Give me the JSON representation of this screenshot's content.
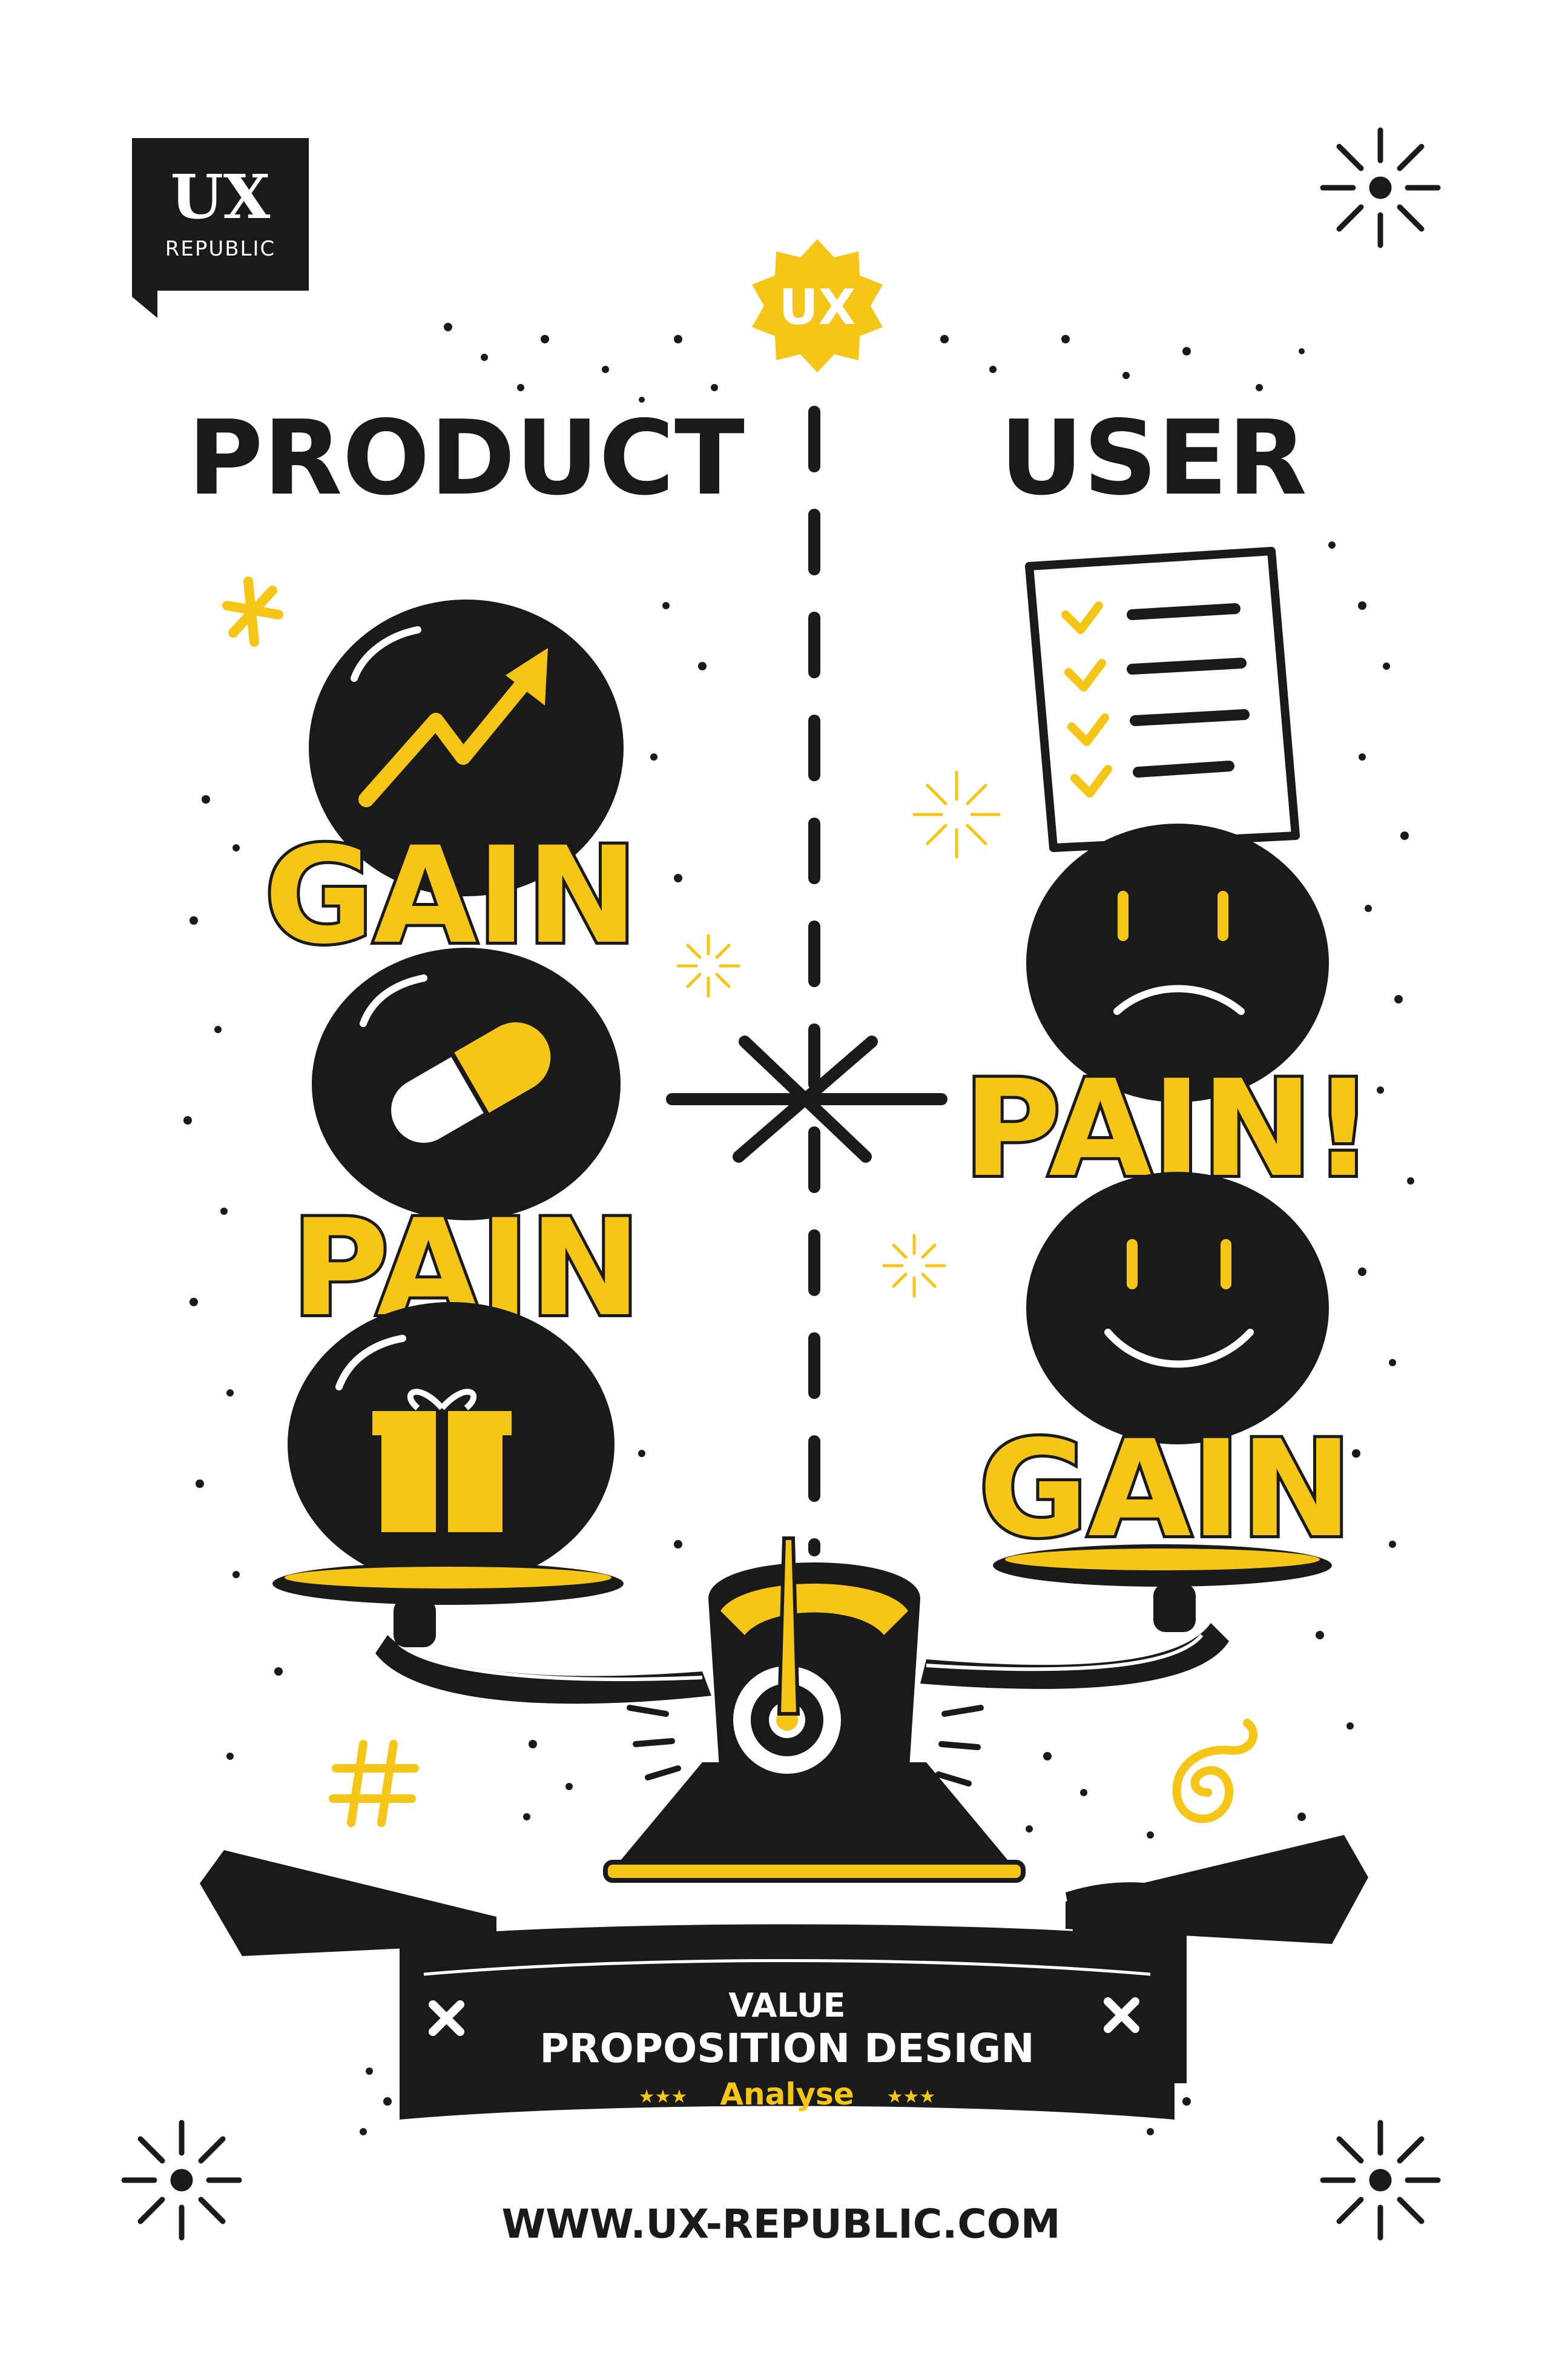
{
  "logo": {
    "line1": "UX",
    "line2": "REPUBLIC"
  },
  "badge": {
    "label": "UX"
  },
  "headings": {
    "product": "PRODUCT",
    "user": "USER"
  },
  "product_side": {
    "gain_label": "GAIN",
    "pain_label": "PAIN"
  },
  "user_side": {
    "pain_label": "PAIN!",
    "gain_label": "GAIN"
  },
  "banner": {
    "line1": "VALUE",
    "line2": "PROPOSITION DESIGN",
    "stars_left": "★★★",
    "subtitle": "Analyse",
    "stars_right": "★★★"
  },
  "footer": {
    "url": "WWW.UX-REPUBLIC.COM"
  },
  "colors": {
    "ink": "#1a1a1a",
    "accent": "#f5c518",
    "paper": "#ffffff"
  },
  "icons": [
    "trend-up-arrow-icon",
    "pill-icon",
    "gift-icon",
    "checklist-icon",
    "sad-face-icon",
    "happy-face-icon",
    "scale-icon"
  ]
}
